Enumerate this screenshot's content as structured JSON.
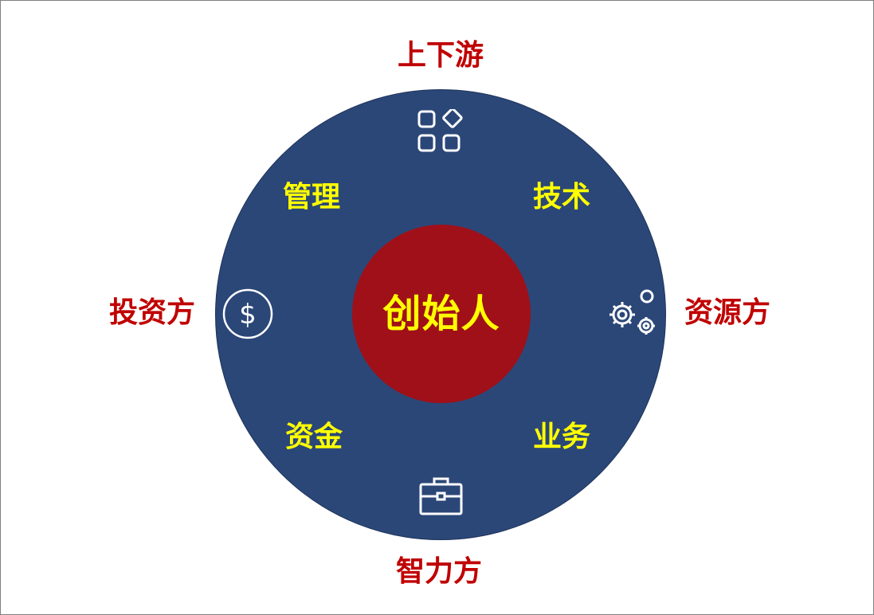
{
  "center": {
    "label": "创始人"
  },
  "quadrants": {
    "top_left": "管理",
    "top_right": "技术",
    "bottom_left": "资金",
    "bottom_right": "业务"
  },
  "outer_labels": {
    "top": "上下游",
    "left": "投资方",
    "right": "资源方",
    "bottom": "智力方"
  },
  "icons": {
    "top": "apps-grid-icon",
    "left": "dollar-coin-icon",
    "right": "gears-icon",
    "bottom": "briefcase-icon"
  },
  "colors": {
    "outer_ring": "#2b4778",
    "center": "#a01019",
    "inner_text": "#ffff00",
    "outer_text": "#c00000"
  }
}
